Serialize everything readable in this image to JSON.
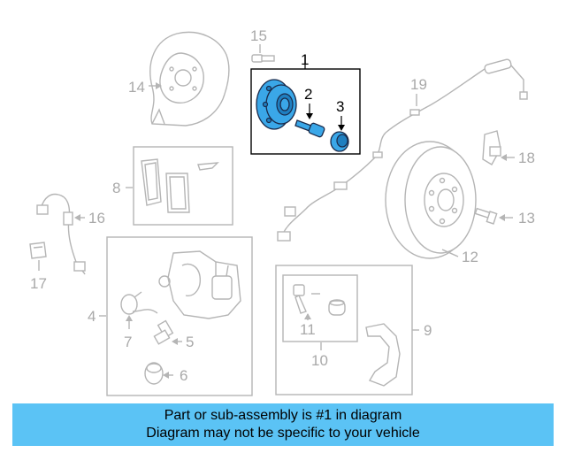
{
  "callouts": {
    "c1": "1",
    "c2": "2",
    "c3": "3",
    "c4": "4",
    "c5": "5",
    "c6": "6",
    "c7": "7",
    "c8": "8",
    "c9": "9",
    "c10": "10",
    "c11": "11",
    "c12": "12",
    "c13": "13",
    "c14": "14",
    "c15": "15",
    "c16": "16",
    "c17": "17",
    "c18": "18",
    "c19": "19"
  },
  "highlight_color": "#3aa7e8",
  "banner": {
    "line1": "Part or sub-assembly is #1 in diagram",
    "line2": "Diagram may not be specific to your vehicle",
    "color": "#5bc3f5"
  }
}
